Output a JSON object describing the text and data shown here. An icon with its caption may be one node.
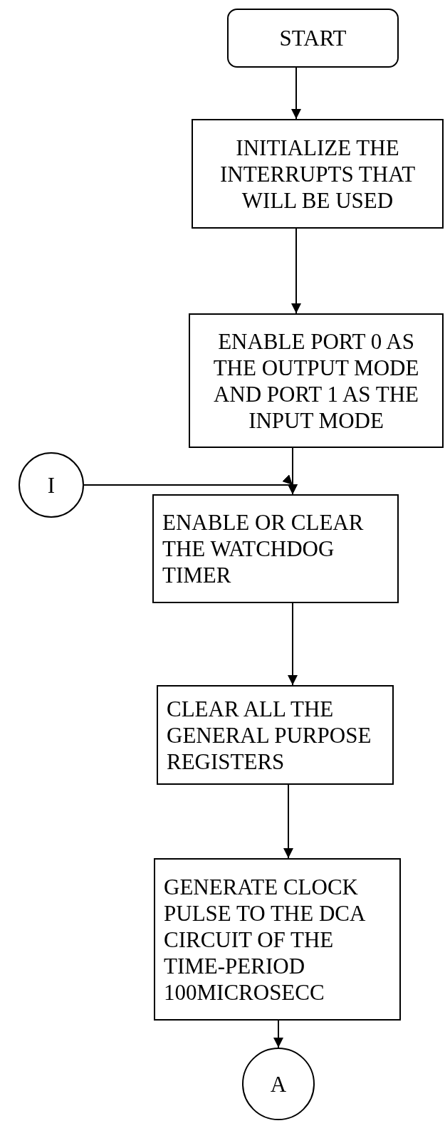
{
  "diagram": {
    "nodes": [
      {
        "text": [
          "START"
        ]
      },
      {
        "text": [
          "INITIALIZE THE INTERRUPTS THAT WILL BE USED"
        ]
      },
      {
        "text": [
          "ENABLE PORT 0 AS THE OUTPUT MODE AND PORT 1 AS THE INPUT MODE"
        ]
      },
      {
        "text": [
          "I"
        ]
      },
      {
        "text": [
          "ENABLE OR CLEAR THE WATCHDOG TIMER"
        ]
      },
      {
        "text": [
          "CLEAR ALL THE GENERAL PURPOSE REGISTERS"
        ]
      },
      {
        "text": [
          "GENERATE CLOCK PULSE TO THE DCA CIRCUIT OF THE TIME-PERIOD 100MICROSECC"
        ]
      },
      {
        "text": [
          "A"
        ]
      }
    ],
    "edges": [
      {
        "from": 0,
        "to": 1,
        "arrow": "to"
      },
      {
        "from": 1,
        "to": 2,
        "arrow": "to"
      },
      {
        "from": 2,
        "to": 4,
        "arrow": "to"
      },
      {
        "from": 3,
        "to": 4,
        "arrow": "to"
      },
      {
        "from": 4,
        "to": 5,
        "arrow": "to"
      },
      {
        "from": 5,
        "to": 6,
        "arrow": "to"
      },
      {
        "from": 6,
        "to": 7,
        "arrow": "to"
      }
    ]
  }
}
